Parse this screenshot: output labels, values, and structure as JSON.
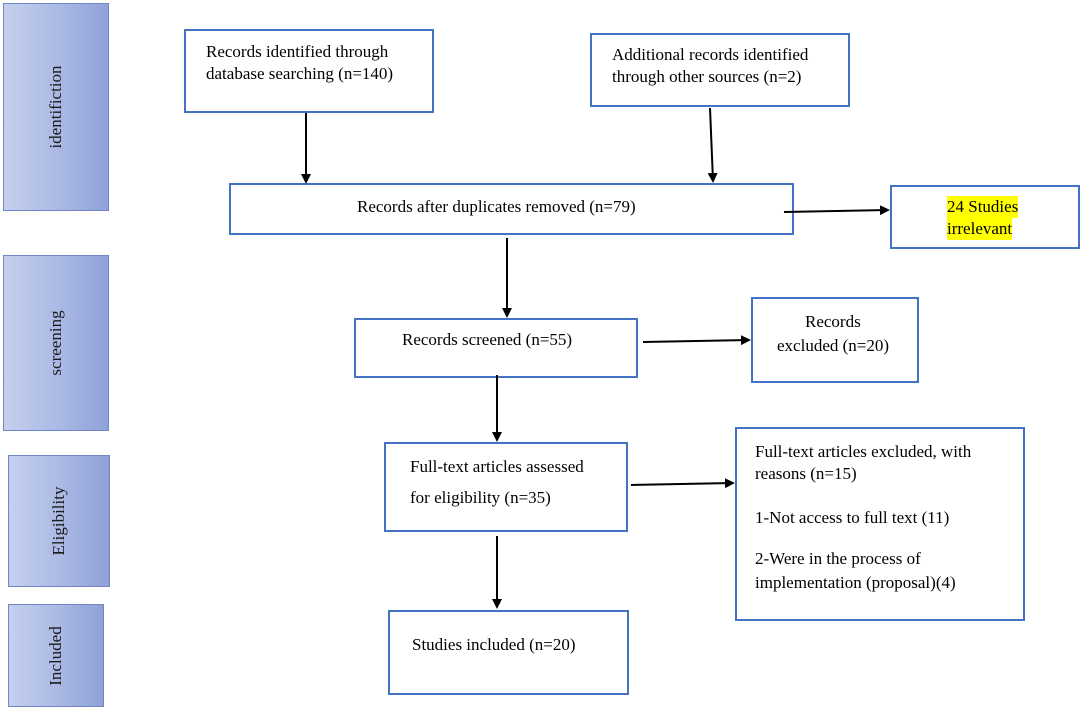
{
  "stages": [
    {
      "key": "identification",
      "label": "identifiction"
    },
    {
      "key": "screening",
      "label": "screening"
    },
    {
      "key": "eligibility",
      "label": "Eligibility"
    },
    {
      "key": "included",
      "label": "Included"
    }
  ],
  "boxes": {
    "database_records": {
      "lines": [
        "Records identified through",
        "database searching (n=140)"
      ]
    },
    "other_records": {
      "lines": [
        "Additional records identified",
        "through other sources (n=2)"
      ]
    },
    "duplicates_removed": {
      "lines": [
        "Records after duplicates removed (n=79)"
      ]
    },
    "irrelevant": {
      "lines": [
        "24 Studies",
        "irrelevant"
      ],
      "highlight_color": "#ffff00"
    },
    "screened": {
      "lines": [
        "Records screened (n=55)"
      ]
    },
    "excluded": {
      "lines": [
        "Records",
        "excluded (n=20)"
      ]
    },
    "fulltext_assessed": {
      "lines": [
        "Full-text articles assessed",
        "for eligibility (n=35)"
      ]
    },
    "fulltext_excluded": {
      "lines": [
        "Full-text articles excluded, with",
        "reasons (n=15)",
        "1-Not access to full text (11)",
        "2-Were in the process of",
        "implementation (proposal)(4)"
      ]
    },
    "included": {
      "lines": [
        "Studies included (n=20)"
      ]
    }
  },
  "colors": {
    "box_border": "#4472c4",
    "stage_fill": "#a9b8e4",
    "arrow": "#000000",
    "highlight": "#ffff00"
  }
}
